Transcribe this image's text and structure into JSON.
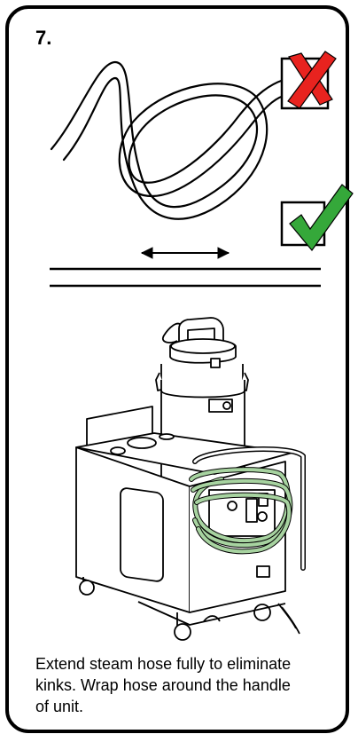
{
  "step": {
    "number": "7."
  },
  "icons": {
    "wrong": "x-mark-icon",
    "right": "check-mark-icon"
  },
  "colors": {
    "x_mark": "#e8231f",
    "check_mark": "#35a83a",
    "hose_wrap": "#a7d3a0"
  },
  "caption": {
    "line1": "Extend steam hose fully to eliminate",
    "line2": "kinks.  Wrap hose around the handle",
    "line3": "of unit."
  }
}
